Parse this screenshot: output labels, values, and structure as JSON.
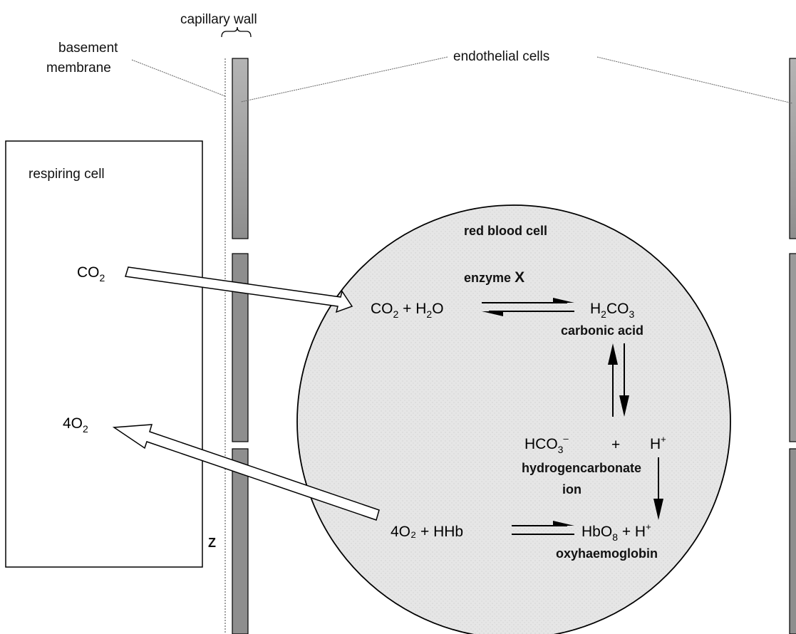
{
  "labels": {
    "capillary_wall": "capillary wall",
    "basement_membrane_1": "basement",
    "basement_membrane_2": "membrane",
    "endothelial_cells": "endothelial cells",
    "respiring_cell": "respiring cell",
    "red_blood_cell": "red blood cell",
    "enzyme": "enzyme",
    "enzyme_letter": "X",
    "carbonic_acid": "carbonic acid",
    "hydrogencarbonate": "hydrogencarbonate",
    "ion": "ion",
    "oxyhaemoglobin": "oxyhaemoglobin",
    "z": "Z"
  },
  "chem": {
    "co2_out": {
      "base": "CO",
      "sub": "2"
    },
    "o2_out": {
      "base": "4O",
      "sub": "2"
    },
    "reactant_co2": {
      "a": "CO",
      "a_sub": "2",
      "b": " + H",
      "b_sub": "2",
      "c": "O"
    },
    "product_h2co3": {
      "a": "H",
      "a_sub": "2",
      "b": "CO",
      "b_sub": "3"
    },
    "hco3": {
      "a": "HCO",
      "a_sub": "3",
      "a_sup": "–"
    },
    "plus": "+",
    "h_ion": {
      "a": "H",
      "sup": "+"
    },
    "reactant_hhb": "4O₂ + HHb",
    "product_hbo8": {
      "a": "HbO",
      "a_sub": "8",
      "b": " + H",
      "b_sup": "+"
    }
  },
  "colors": {
    "capillary_light": "#a9a9a9",
    "capillary_dark": "#8a8a8a",
    "rbc_fill": "#e8e8e8",
    "outline": "#000000"
  }
}
